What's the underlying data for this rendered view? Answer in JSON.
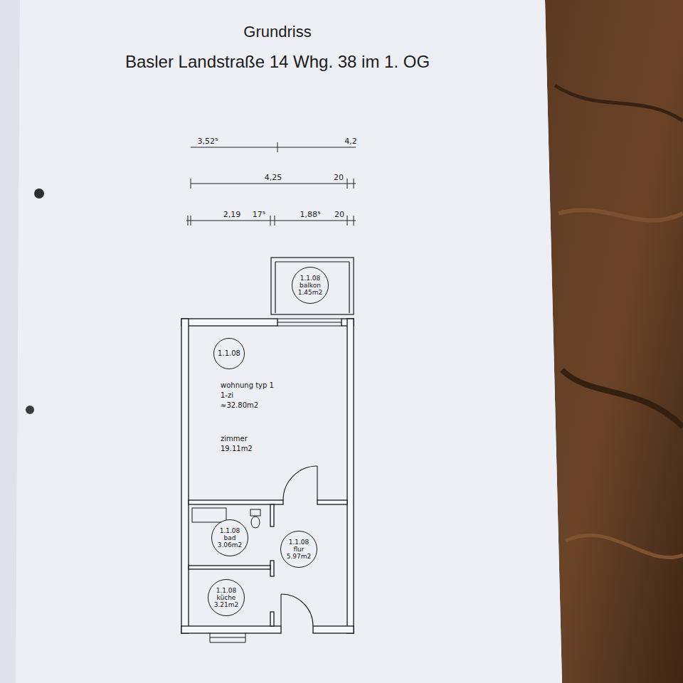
{
  "diagram": {
    "title": "Grundriss",
    "nodes": [
      {
        "text": [
          "1.1.08",
          "balkon",
          "1.45m2"
        ]
      },
      {
        "text": [
          "wohnung typ 1",
          "1-zi",
          "≈32.80m2",
          "zimmer",
          "19.11m2"
        ]
      },
      {
        "text": [
          "1.1.08"
        ],
        "in": 1
      },
      {
        "text": [
          "1.1.08",
          "bad",
          "3.06m2"
        ]
      },
      {
        "text": [
          "1.1.08",
          "flur",
          "5.97m2"
        ]
      },
      {
        "text": [
          "1.1.08",
          "küche",
          "3.21m2"
        ]
      }
    ],
    "labels": [
      "Basler Landstraße 14 Whg. 38 im 1. OG",
      "3,52⁵",
      "4,2",
      "4,25",
      "20",
      "2,19",
      "17⁵",
      "1,88⁵",
      "20"
    ]
  }
}
